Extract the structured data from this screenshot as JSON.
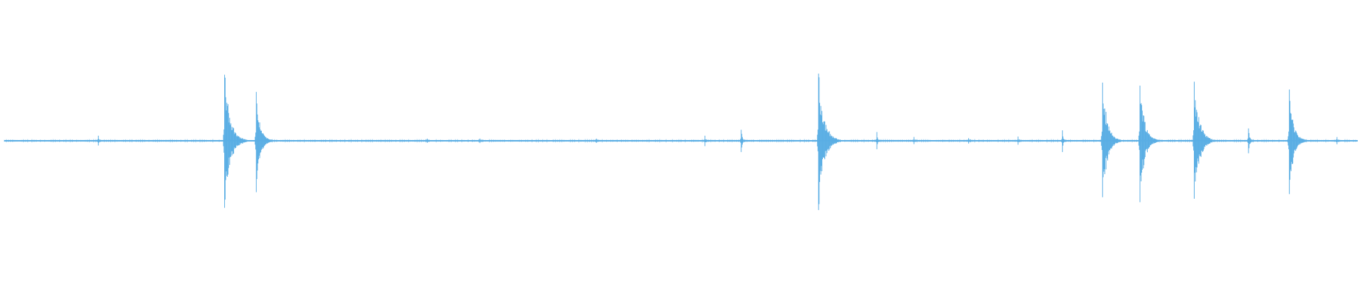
{
  "waveform": {
    "color": "#5aaee4",
    "background": "#ffffff",
    "duration_fraction_spikes": [
      {
        "t": 0.0695,
        "amp": 0.07
      },
      {
        "t": 0.1628,
        "amp": 0.97
      },
      {
        "t": 0.1862,
        "amp": 0.69
      },
      {
        "t": 0.3125,
        "amp": 0.03
      },
      {
        "t": 0.3515,
        "amp": 0.03
      },
      {
        "t": 0.4375,
        "amp": 0.03
      },
      {
        "t": 0.5177,
        "amp": 0.07
      },
      {
        "t": 0.5445,
        "amp": 0.17
      },
      {
        "t": 0.6016,
        "amp": 0.96
      },
      {
        "t": 0.6447,
        "amp": 0.12
      },
      {
        "t": 0.6721,
        "amp": 0.05
      },
      {
        "t": 0.7125,
        "amp": 0.04
      },
      {
        "t": 0.749,
        "amp": 0.06
      },
      {
        "t": 0.7818,
        "amp": 0.15
      },
      {
        "t": 0.8115,
        "amp": 0.81
      },
      {
        "t": 0.8391,
        "amp": 0.83
      },
      {
        "t": 0.8792,
        "amp": 0.89
      },
      {
        "t": 0.9193,
        "amp": 0.19
      },
      {
        "t": 0.9495,
        "amp": 0.74
      },
      {
        "t": 0.9847,
        "amp": 0.05
      }
    ]
  }
}
